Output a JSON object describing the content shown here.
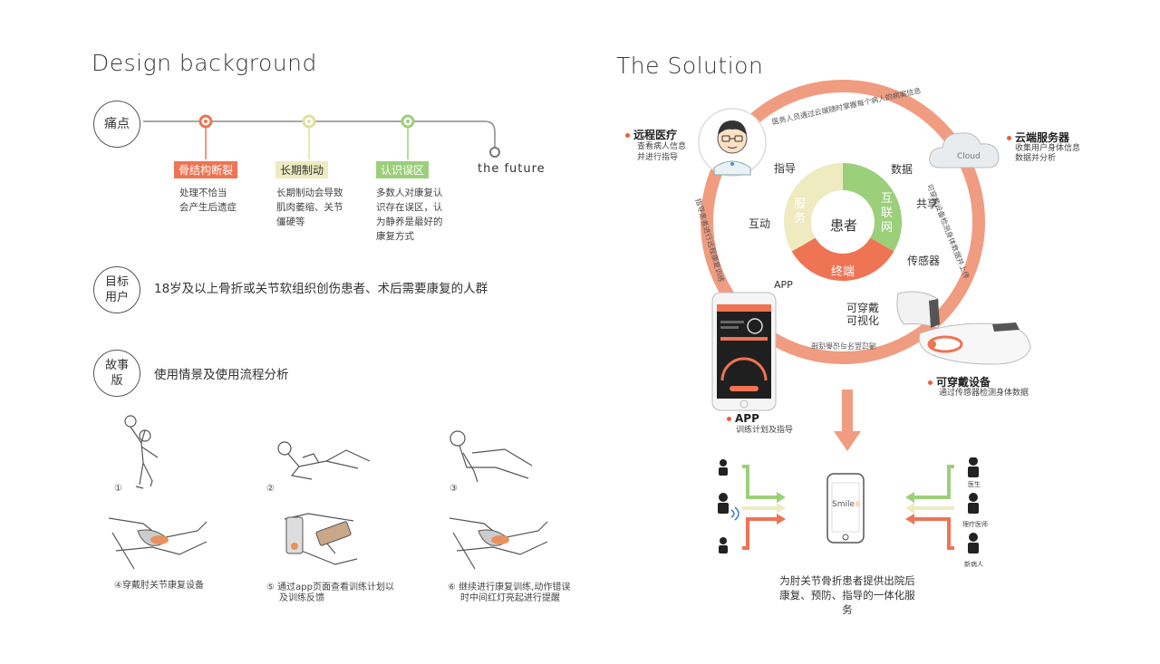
{
  "left": {
    "title": "Design background",
    "pain_label": "痛点",
    "timeline": [
      {
        "tag": "骨结构断裂",
        "desc": [
          "处理不恰当",
          "会产生后遗症"
        ],
        "color": "#ee7453"
      },
      {
        "tag": "长期制动",
        "desc": [
          "长期制动会导致",
          "肌肉萎缩、关节",
          "僵硬等"
        ],
        "color": "#e9e6b4"
      },
      {
        "tag": "认识误区",
        "desc": [
          "多数人对康复认",
          "识存在误区，认",
          "为静养是最好的",
          "康复方式"
        ],
        "color": "#9ccf7a"
      }
    ],
    "future": "the future",
    "target_label": "目标用户",
    "target_text": "18岁及以上骨折或关节软组织创伤患者、术后需要康复的人群",
    "story_label": "故事版",
    "story_text": "使用情景及使用流程分析",
    "story_steps": [
      {
        "num": "①",
        "caption": ""
      },
      {
        "num": "②",
        "caption": ""
      },
      {
        "num": "③",
        "caption": ""
      },
      {
        "num": "④",
        "caption": "④穿戴肘关节康复设备"
      },
      {
        "num": "⑤",
        "caption": "通过app页面查看训练计划以及训练反馈"
      },
      {
        "num": "⑥",
        "caption": "继续进行康复训练,动作错误时中间红灯亮起进行提醒"
      }
    ]
  },
  "right": {
    "title": "The Solution",
    "center": "患者",
    "segments": {
      "service": "服务",
      "internet": "互联网",
      "terminal": "终端"
    },
    "words": {
      "guide": "指导",
      "interact": "互动",
      "app": "APP",
      "data": "数据",
      "share": "共享",
      "sensor": "传感器",
      "wearable": "可穿戴",
      "visual": "可视化"
    },
    "ring_texts": {
      "top": "医务人员通过云端随时掌握每个病人的病案信息",
      "left": "指导患者进行远程康复训练",
      "right": "可穿戴设备检测身体数据并上传",
      "bottom": "通过蓝牙与设备连接"
    },
    "nodes": {
      "remote": {
        "title": "远程医疗",
        "desc": "查看病人信息并进行指导"
      },
      "cloud": {
        "title": "云端服务器",
        "desc1": "收集用户身体信息",
        "desc2": "数据并分析",
        "icon_text": "Cloud"
      },
      "app": {
        "title": "APP",
        "desc": "训练计划及指导"
      },
      "wear": {
        "title": "可穿戴设备",
        "desc": "通过传感器检测身体数据"
      }
    },
    "phone_brand": "Smile",
    "right_people": [
      "医生",
      "理疗医师",
      "新病人"
    ],
    "bottom_text": [
      "为肘关节骨折患者提供出院后",
      "康复、预防、指导的一体化服务"
    ],
    "colors": {
      "orange": "#ee7453",
      "green": "#9ccf7a",
      "cream": "#eeebc0",
      "ring": "#f09c80"
    }
  }
}
